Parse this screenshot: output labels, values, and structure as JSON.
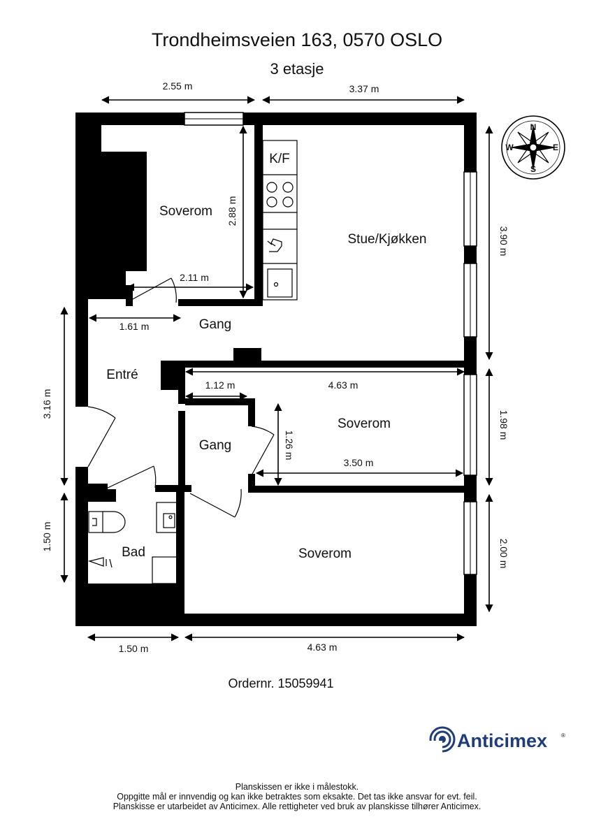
{
  "header": {
    "title": "Trondheimsveien 163, 0570 OSLO",
    "floor": "3 etasje"
  },
  "rooms": {
    "soverom_1": "Soverom",
    "kitchen_label": "K/F",
    "stue": "Stue/Kjøkken",
    "gang_1": "Gang",
    "entre": "Entré",
    "soverom_2": "Soverom",
    "gang_2": "Gang",
    "bad": "Bad",
    "soverom_3": "Soverom"
  },
  "dimensions": {
    "top_left": "2.55 m",
    "top_right": "3.37 m",
    "soverom1_height": "2.88 m",
    "soverom1_width": "2.11 m",
    "stue_height": "3.90 m",
    "gang_width": "1.61 m",
    "entre_height": "3.16 m",
    "gang2_width": "1.12 m",
    "soverom2_width": "4.63 m",
    "soverom2_height": "1.98 m",
    "gang2_height": "1.26 m",
    "soverom2_inner": "3.50 m",
    "bad_height": "1.50 m",
    "soverom3_height": "2.00 m",
    "bottom_left": "1.50 m",
    "bottom_right": "4.63 m"
  },
  "compass": {
    "n": "N",
    "s": "S",
    "e": "E",
    "w": "W"
  },
  "order": "Ordernr. 15059941",
  "logo": {
    "text": "Anticimex",
    "color": "#1f3d7a"
  },
  "disclaimer": {
    "line1": "Planskissen er ikke i målestokk.",
    "line2": "Oppgitte mål er innvendig og kan ikke betraktes som eksakte. Det tas ikke ansvar for evt. feil.",
    "line3": "Planskisse er utarbeidet av Anticimex. Alle rettigheter ved bruk av planskisse tilhører Anticimex."
  }
}
